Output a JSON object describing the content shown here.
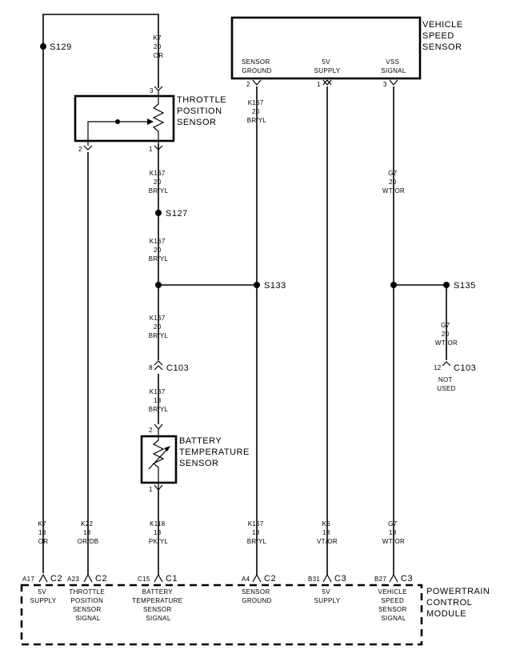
{
  "components": {
    "vss": [
      "VEHICLE",
      "SPEED",
      "SENSOR"
    ],
    "tps": [
      "THROTTLE",
      "POSITION",
      "SENSOR"
    ],
    "bts": [
      "BATTERY",
      "TEMPERATURE",
      "SENSOR"
    ],
    "pcm": [
      "POWERTRAIN",
      "CONTROL",
      "MODULE"
    ]
  },
  "vss_pins": [
    {
      "lines": [
        "SENSOR",
        "GROUND"
      ],
      "pin": "2"
    },
    {
      "lines": [
        "5V",
        "SUPPLY"
      ],
      "pin": "1"
    },
    {
      "lines": [
        "VSS",
        "SIGNAL"
      ],
      "pin": "3"
    }
  ],
  "tps_pins": {
    "top": "3",
    "left": "2",
    "bottom": "1"
  },
  "bts_pins": {
    "top": "2",
    "bottom": "1"
  },
  "splices": [
    "S129",
    "S127",
    "S133",
    "S135"
  ],
  "connector_c103": {
    "label": "C103",
    "pin_main": "8",
    "pin_unused": "12",
    "not_used": [
      "NOT",
      "USED"
    ]
  },
  "wire_labels": [
    [
      "K7",
      "20",
      "OR"
    ],
    [
      "K167",
      "20",
      "BR/YL"
    ],
    [
      "K167",
      "20",
      "BR/YL"
    ],
    [
      "G7",
      "20",
      "WT/OR"
    ],
    [
      "K167",
      "20",
      "BR/YL"
    ],
    [
      "K167",
      "20",
      "BR/YL"
    ],
    [
      "G7",
      "20",
      "WT/OR"
    ],
    [
      "K167",
      "18",
      "BR/YL"
    ]
  ],
  "pcm_pins": [
    {
      "wire": [
        "K7",
        "18",
        "OR"
      ],
      "pin": "A17",
      "conn": "C2",
      "label": [
        "5V",
        "SUPPLY"
      ]
    },
    {
      "wire": [
        "K22",
        "18",
        "OR/DB"
      ],
      "pin": "A23",
      "conn": "C2",
      "label": [
        "THROTTLE",
        "POSITION",
        "SENSOR",
        "SIGNAL"
      ]
    },
    {
      "wire": [
        "K118",
        "18",
        "PK/YL"
      ],
      "pin": "C15",
      "conn": "C1",
      "label": [
        "BATTERY",
        "TEMPERATURE",
        "SENSOR",
        "SIGNAL"
      ]
    },
    {
      "wire": [
        "K167",
        "18",
        "BR/YL"
      ],
      "pin": "A4",
      "conn": "C2",
      "label": [
        "SENSOR",
        "GROUND"
      ]
    },
    {
      "wire": [
        "K6",
        "18",
        "VT/OR"
      ],
      "pin": "B31",
      "conn": "C3",
      "label": [
        "5V",
        "SUPPLY"
      ]
    },
    {
      "wire": [
        "G7",
        "18",
        "WT/OR"
      ],
      "pin": "B27",
      "conn": "C3",
      "label": [
        "VEHICLE",
        "SPEED",
        "SENSOR",
        "SIGNAL"
      ]
    }
  ]
}
